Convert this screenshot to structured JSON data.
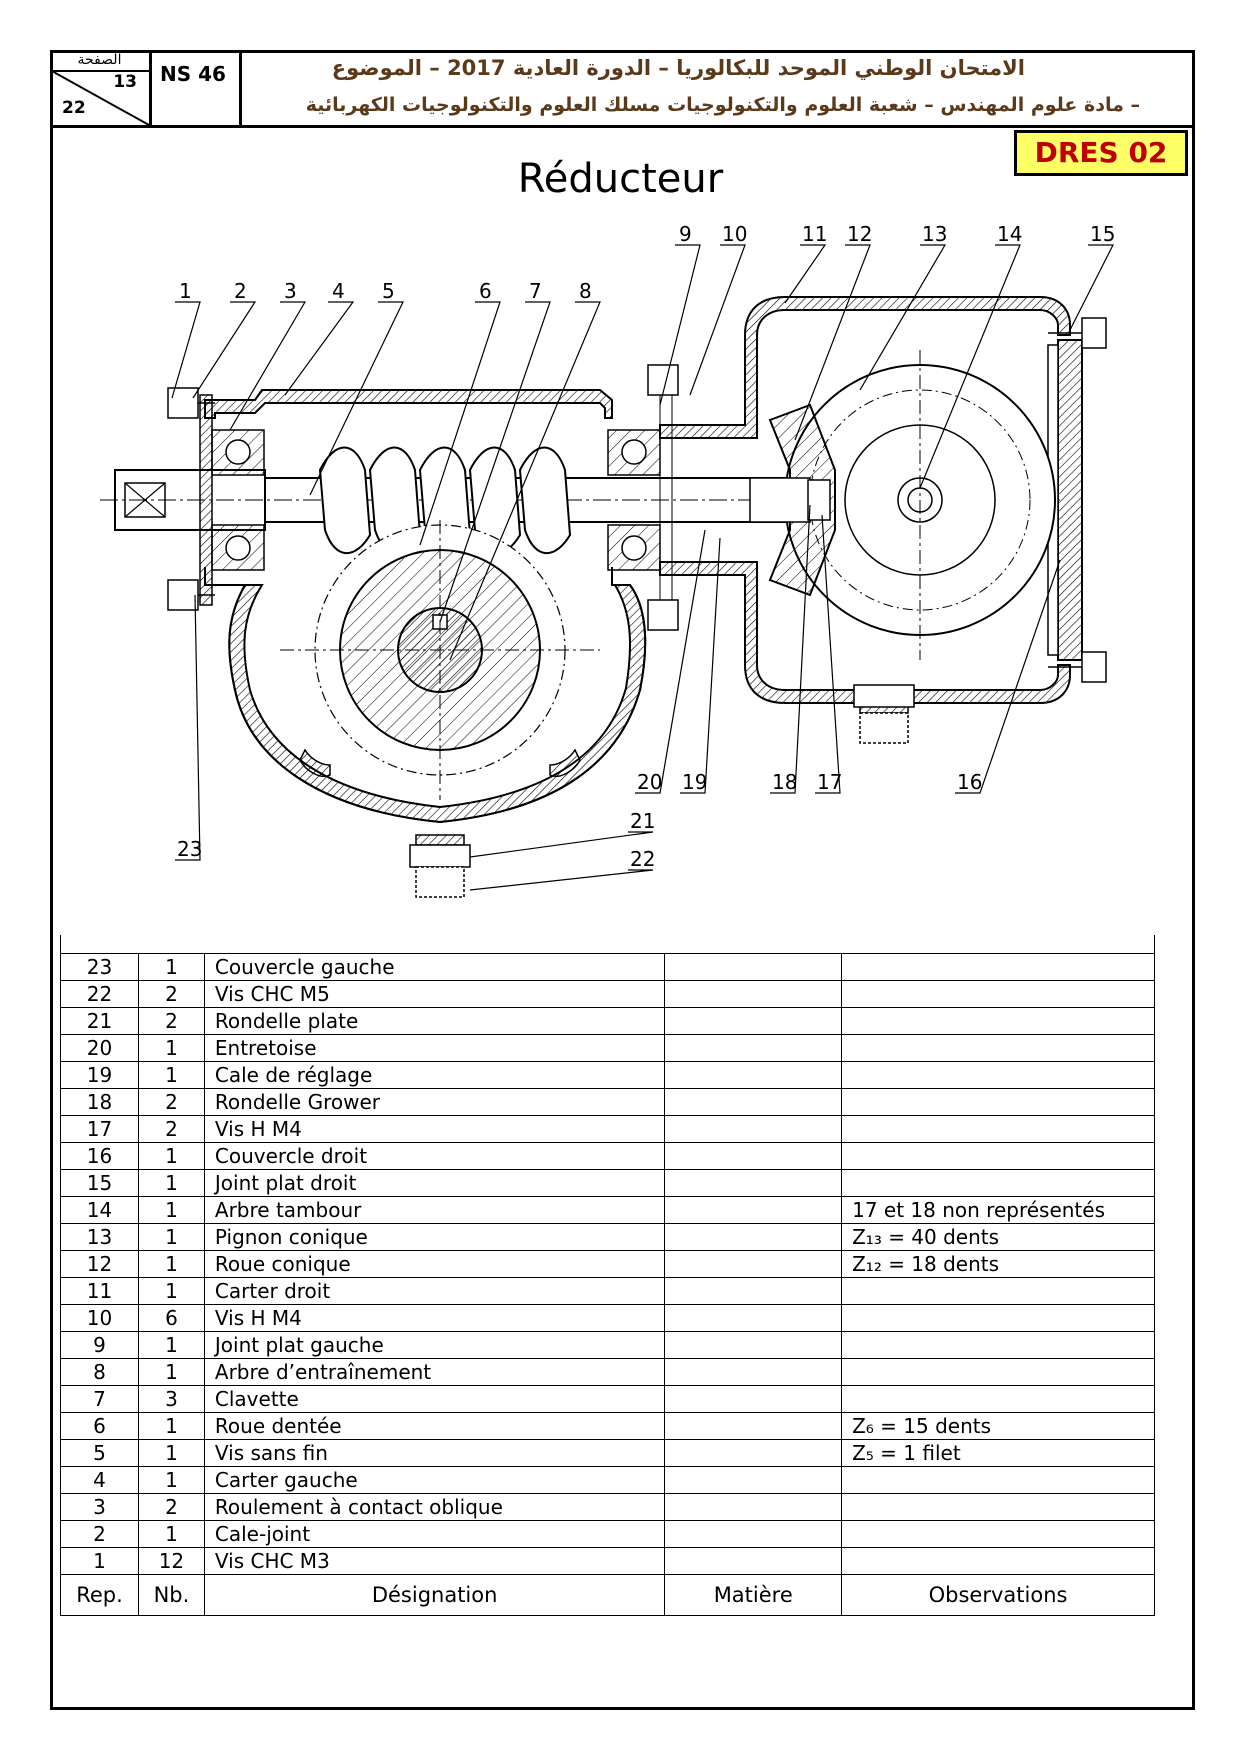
{
  "header": {
    "page_label": "الصفحة",
    "page_current": "13",
    "page_total": "22",
    "code": "NS 46",
    "line1": "الامتحان الوطني الموحد للبكالوريا – الدورة العادية 2017 – الموضوع",
    "line2": "– مادة علوم المهندس – شعبة العلوم والتكنولوجيات مسلك العلوم والتكنولوجيات الكهربائية",
    "doc_ref": "DRES 02"
  },
  "title": "Réducteur",
  "callouts": [
    "1",
    "2",
    "3",
    "4",
    "5",
    "6",
    "7",
    "8",
    "9",
    "10",
    "11",
    "12",
    "13",
    "14",
    "15",
    "16",
    "17",
    "18",
    "19",
    "20",
    "21",
    "22",
    "23"
  ],
  "table": {
    "columns": [
      "Rep.",
      "Nb.",
      "Désignation",
      "Matière",
      "Observations"
    ],
    "rows": [
      {
        "rep": "23",
        "nb": "1",
        "designation": "Couvercle gauche",
        "matiere": "",
        "obs": ""
      },
      {
        "rep": "22",
        "nb": "2",
        "designation": "Vis CHC M5",
        "matiere": "",
        "obs": ""
      },
      {
        "rep": "21",
        "nb": "2",
        "designation": "Rondelle plate",
        "matiere": "",
        "obs": ""
      },
      {
        "rep": "20",
        "nb": "1",
        "designation": "Entretoise",
        "matiere": "",
        "obs": ""
      },
      {
        "rep": "19",
        "nb": "1",
        "designation": "Cale de réglage",
        "matiere": "",
        "obs": ""
      },
      {
        "rep": "18",
        "nb": "2",
        "designation": "Rondelle Grower",
        "matiere": "",
        "obs": ""
      },
      {
        "rep": "17",
        "nb": "2",
        "designation": "Vis H M4",
        "matiere": "",
        "obs": ""
      },
      {
        "rep": "16",
        "nb": "1",
        "designation": "Couvercle droit",
        "matiere": "",
        "obs": ""
      },
      {
        "rep": "15",
        "nb": "1",
        "designation": "Joint plat droit",
        "matiere": "",
        "obs": ""
      },
      {
        "rep": "14",
        "nb": "1",
        "designation": "Arbre tambour",
        "matiere": "",
        "obs": "17 et 18 non représentés"
      },
      {
        "rep": "13",
        "nb": "1",
        "designation": "Pignon conique",
        "matiere": "",
        "obs": "Z₁₃ = 40 dents"
      },
      {
        "rep": "12",
        "nb": "1",
        "designation": "Roue conique",
        "matiere": "",
        "obs": "Z₁₂ = 18 dents"
      },
      {
        "rep": "11",
        "nb": "1",
        "designation": "Carter droit",
        "matiere": "",
        "obs": ""
      },
      {
        "rep": "10",
        "nb": "6",
        "designation": "Vis H M4",
        "matiere": "",
        "obs": ""
      },
      {
        "rep": "9",
        "nb": "1",
        "designation": "Joint plat gauche",
        "matiere": "",
        "obs": ""
      },
      {
        "rep": "8",
        "nb": "1",
        "designation": "Arbre d’entraînement",
        "matiere": "",
        "obs": ""
      },
      {
        "rep": "7",
        "nb": "3",
        "designation": "Clavette",
        "matiere": "",
        "obs": ""
      },
      {
        "rep": "6",
        "nb": "1",
        "designation": "Roue dentée",
        "matiere": "",
        "obs": "Z₆ = 15 dents"
      },
      {
        "rep": "5",
        "nb": "1",
        "designation": "Vis sans fin",
        "matiere": "",
        "obs": "Z₅ = 1 filet"
      },
      {
        "rep": "4",
        "nb": "1",
        "designation": "Carter gauche",
        "matiere": "",
        "obs": ""
      },
      {
        "rep": "3",
        "nb": "2",
        "designation": "Roulement à contact oblique",
        "matiere": "",
        "obs": ""
      },
      {
        "rep": "2",
        "nb": "1",
        "designation": "Cale-joint",
        "matiere": "",
        "obs": ""
      },
      {
        "rep": "1",
        "nb": "12",
        "designation": "Vis CHC M3",
        "matiere": "",
        "obs": ""
      }
    ]
  }
}
